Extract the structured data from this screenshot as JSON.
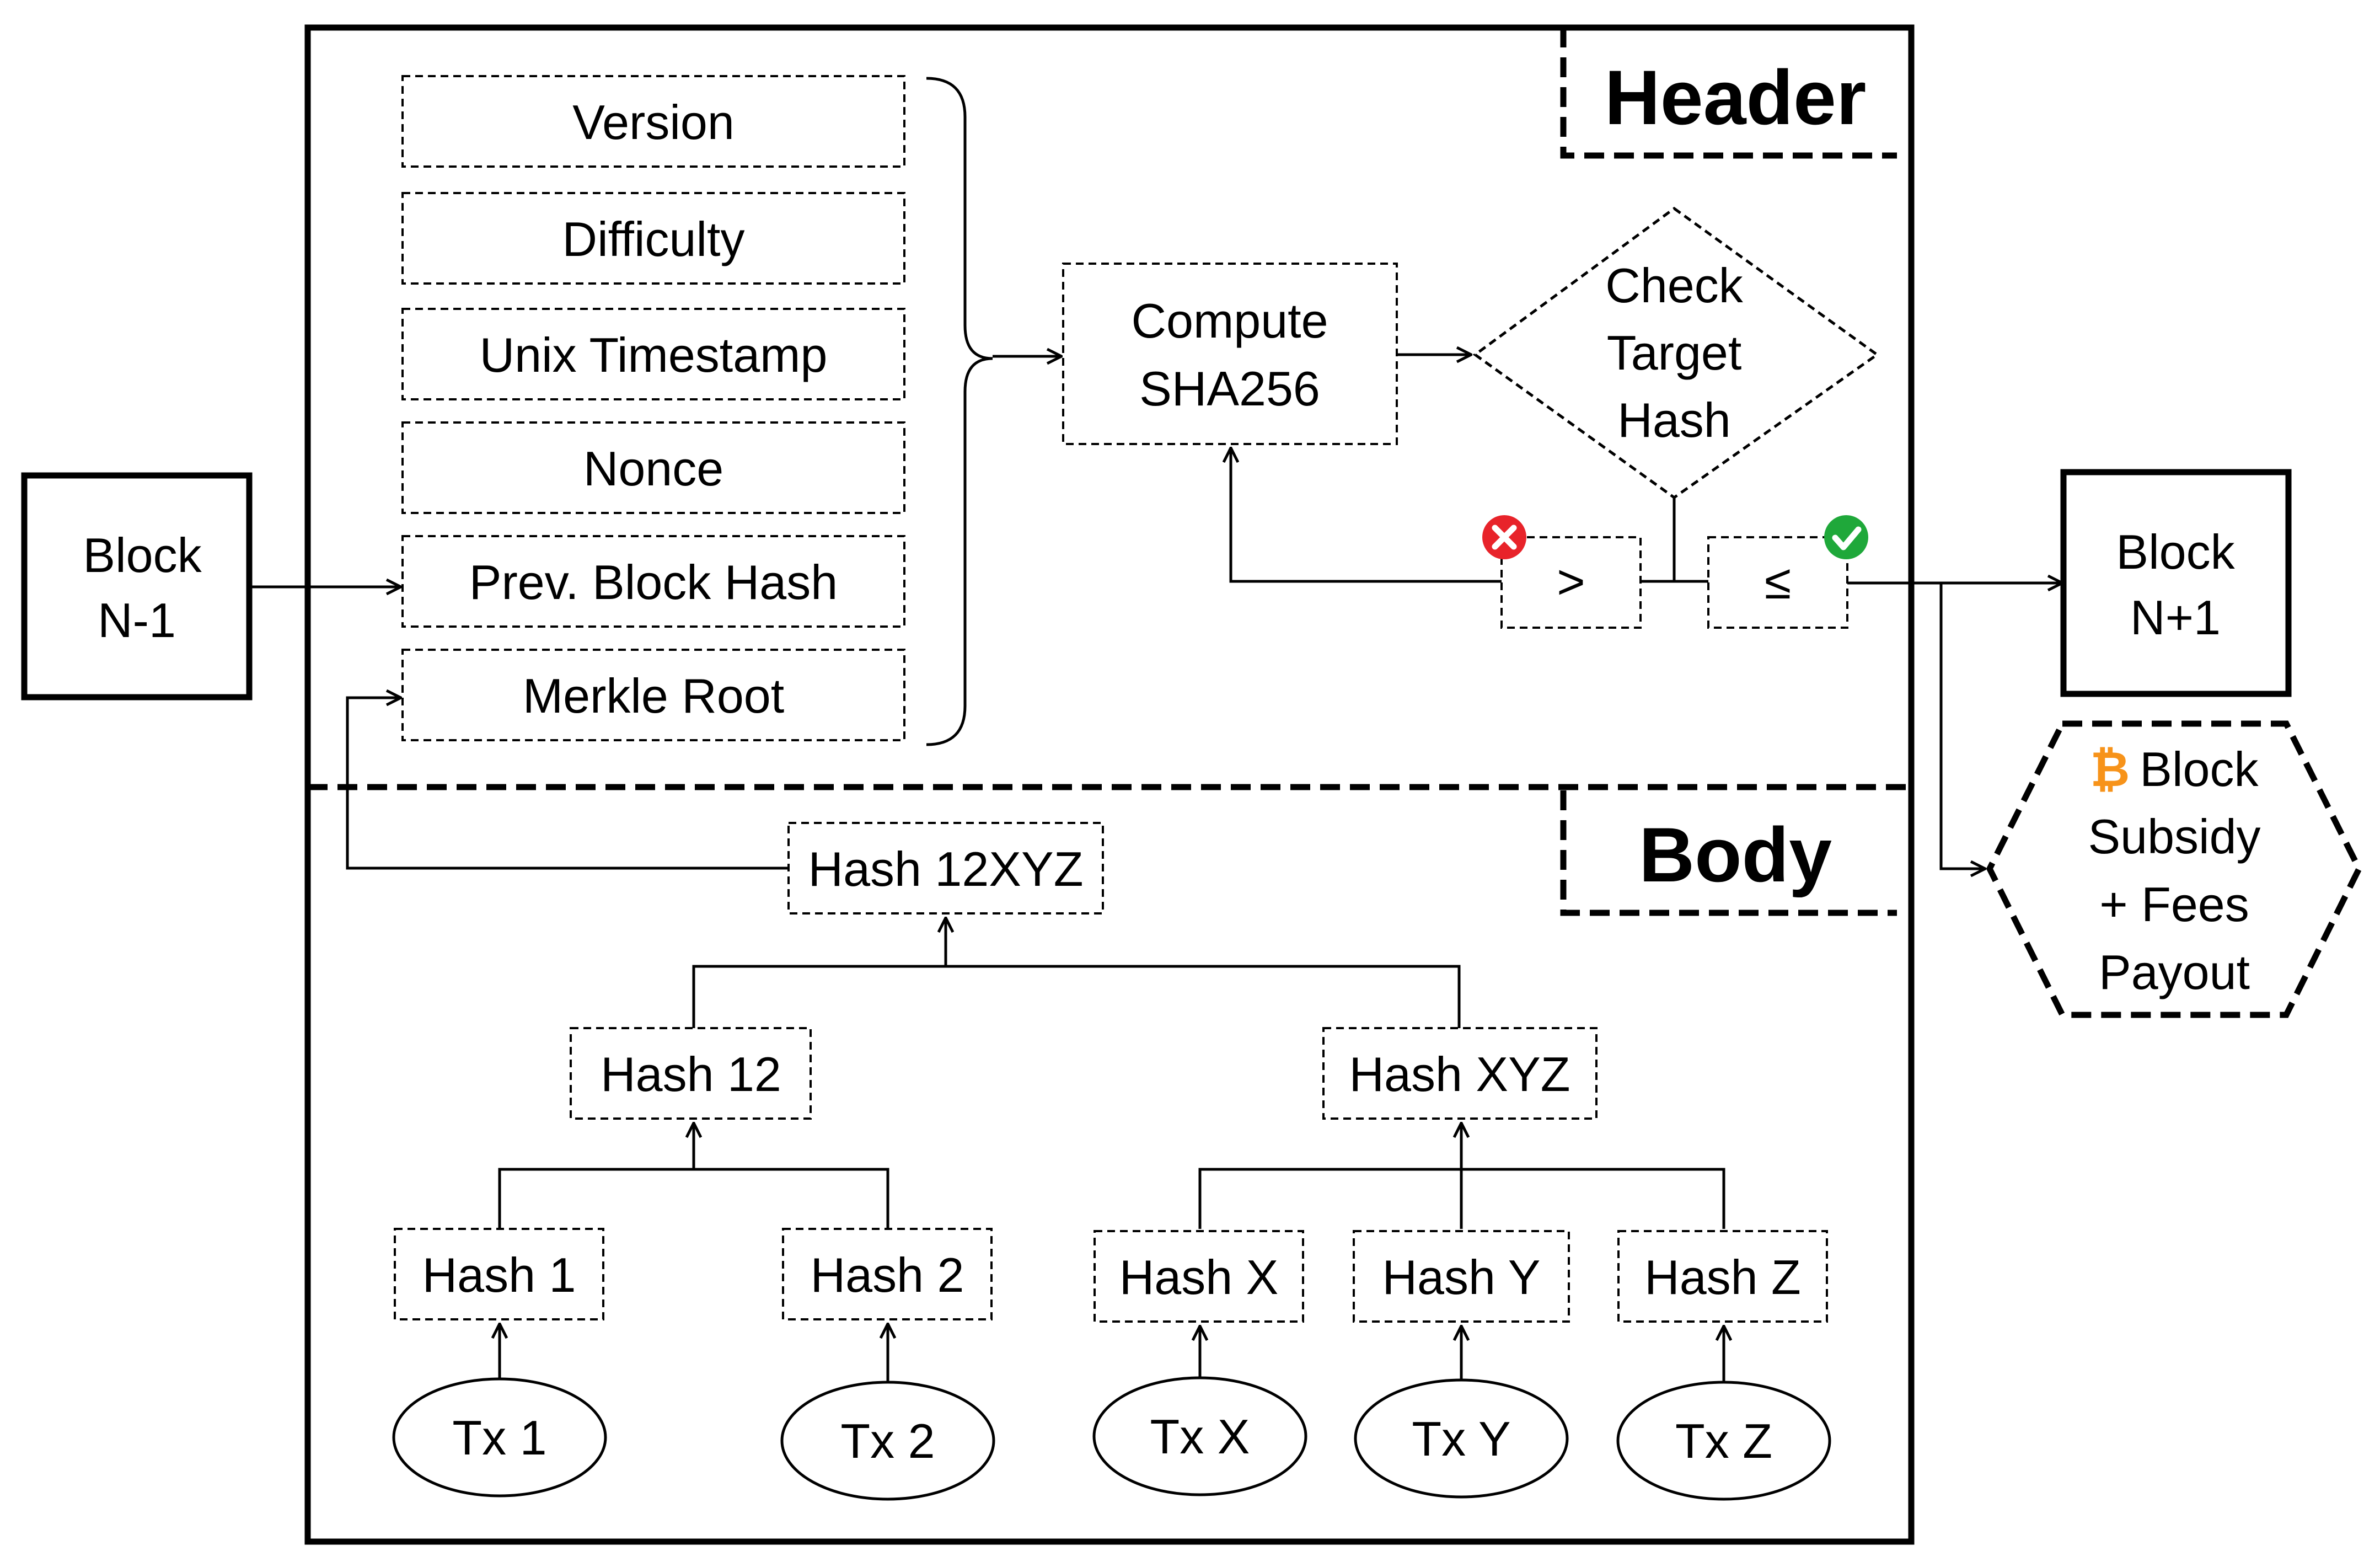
{
  "header": {
    "title": "Header",
    "fields": [
      "Version",
      "Difficulty",
      "Unix Timestamp",
      "Nonce",
      "Prev. Block Hash",
      "Merkle Root"
    ],
    "compute": [
      "Compute",
      "SHA256"
    ],
    "check": [
      "Check",
      "Target",
      "Hash"
    ],
    "fail_label": ">",
    "pass_label": "≤"
  },
  "body": {
    "title": "Body",
    "root": "Hash 12XYZ",
    "left_branch": "Hash 12",
    "right_branch": "Hash XYZ",
    "leaf_hashes": [
      "Hash 1",
      "Hash 2",
      "Hash X",
      "Hash Y",
      "Hash Z"
    ],
    "transactions": [
      "Tx 1",
      "Tx 2",
      "Tx X",
      "Tx Y",
      "Tx Z"
    ]
  },
  "prev_block": [
    "Block",
    "N-1"
  ],
  "next_block": [
    "Block",
    "N+1"
  ],
  "payout": {
    "symbol": "₿",
    "lines": [
      "Block",
      "Subsidy",
      "+ Fees",
      "Payout"
    ]
  },
  "colors": {
    "fail": "#e8232a",
    "pass": "#1fa83a",
    "bitcoin": "#f7931a",
    "stroke": "#000000"
  },
  "icons": {
    "fail": "x-circle-icon",
    "pass": "check-circle-icon",
    "bitcoin": "bitcoin-icon"
  }
}
